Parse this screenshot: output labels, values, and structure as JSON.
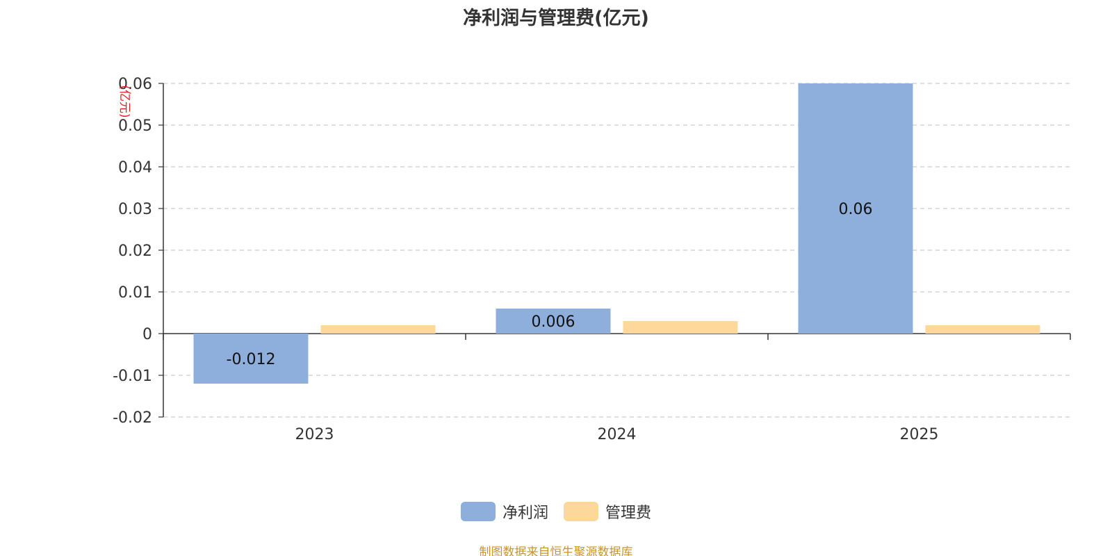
{
  "title": "净利润与管理费(亿元)",
  "source": "制图数据来自恒生聚源数据库",
  "colors": {
    "net_profit": "#8eaedb",
    "mgmt_fee": "#fdd89a",
    "grid": "#cccccc",
    "axis": "#333333",
    "unit": "#e02020"
  },
  "legend": [
    {
      "label": "净利润"
    },
    {
      "label": "管理费"
    }
  ],
  "chart_data": {
    "type": "bar",
    "title": "净利润与管理费(亿元)",
    "ylabel": "(亿元)",
    "xlabel": "",
    "categories": [
      "2023",
      "2024",
      "2025"
    ],
    "ylim": [
      -0.02,
      0.06
    ],
    "yticks": [
      "0.06",
      "0.05",
      "0.04",
      "0.03",
      "0.02",
      "0.01",
      "0",
      "-0.01",
      "-0.02"
    ],
    "grid": true,
    "legend_position": "bottom-center",
    "series": [
      {
        "name": "净利润",
        "values": [
          -0.012,
          0.006,
          0.06
        ],
        "labels": [
          "-0.012",
          "0.006",
          "0.06"
        ]
      },
      {
        "name": "管理费",
        "values": [
          0.002,
          0.003,
          0.002
        ]
      }
    ]
  }
}
